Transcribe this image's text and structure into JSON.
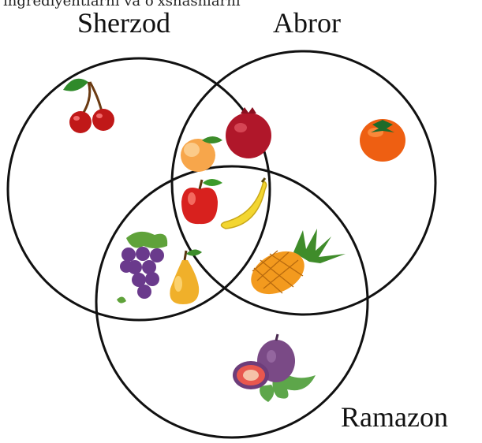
{
  "caption": "ingrediyentlarni va o'xshashlarni",
  "sets": [
    {
      "label": "Sherzod"
    },
    {
      "label": "Abror"
    },
    {
      "label": "Ramazon"
    }
  ],
  "regions": {
    "sherzod_only": [
      "cherry-icon"
    ],
    "abror_only": [
      "persimmon-icon"
    ],
    "sherzod_abror": [
      "peach-icon",
      "pomegranate-icon"
    ],
    "all_three": [
      "apple-icon",
      "banana-icon"
    ],
    "sherzod_ramazon": [
      "grapes-icon",
      "pear-icon"
    ],
    "abror_ramazon": [
      "pineapple-icon"
    ],
    "ramazon_only": [
      "fig-icon"
    ]
  },
  "colors": {
    "circle_stroke": "#111111"
  }
}
